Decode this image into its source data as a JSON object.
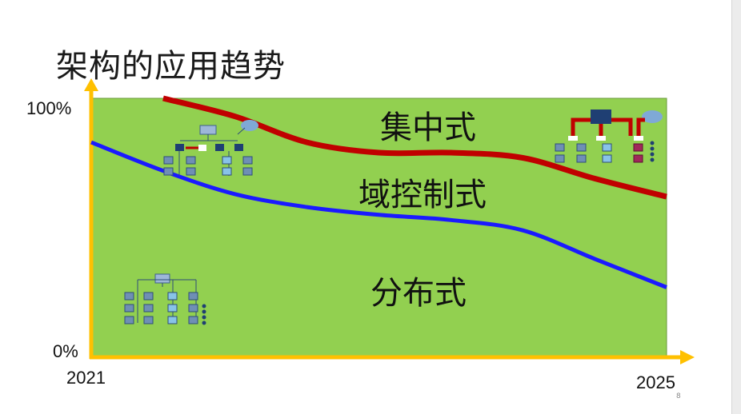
{
  "slide": {
    "title": "架构的应用趋势",
    "page_number": "8"
  },
  "chart_data": {
    "type": "area",
    "x_labels": [
      "2021",
      "2025"
    ],
    "y_labels": [
      "100%",
      "0%"
    ],
    "ylim": [
      0,
      100
    ],
    "regions": [
      {
        "label": "集中式"
      },
      {
        "label": "域控制式"
      },
      {
        "label": "分布式"
      }
    ],
    "series": [
      {
        "label": "集中式 / 域控制式 boundary",
        "color": "#c00000",
        "x": [
          2021.5,
          2022.0,
          2022.5,
          2023.0,
          2023.5,
          2024.0,
          2024.5,
          2025.0
        ],
        "y": [
          100,
          93,
          83,
          79,
          79,
          77,
          69,
          62
        ]
      },
      {
        "label": "域控制式 / 分布式 boundary",
        "color": "#1a1aff",
        "x": [
          2021.0,
          2021.5,
          2022.0,
          2022.5,
          2023.0,
          2023.5,
          2024.0,
          2024.5,
          2025.0
        ],
        "y": [
          83,
          72,
          63,
          58,
          55,
          53,
          49,
          38,
          27
        ]
      }
    ],
    "colors": {
      "area": "#92d050",
      "axis": "#ffc000"
    }
  }
}
